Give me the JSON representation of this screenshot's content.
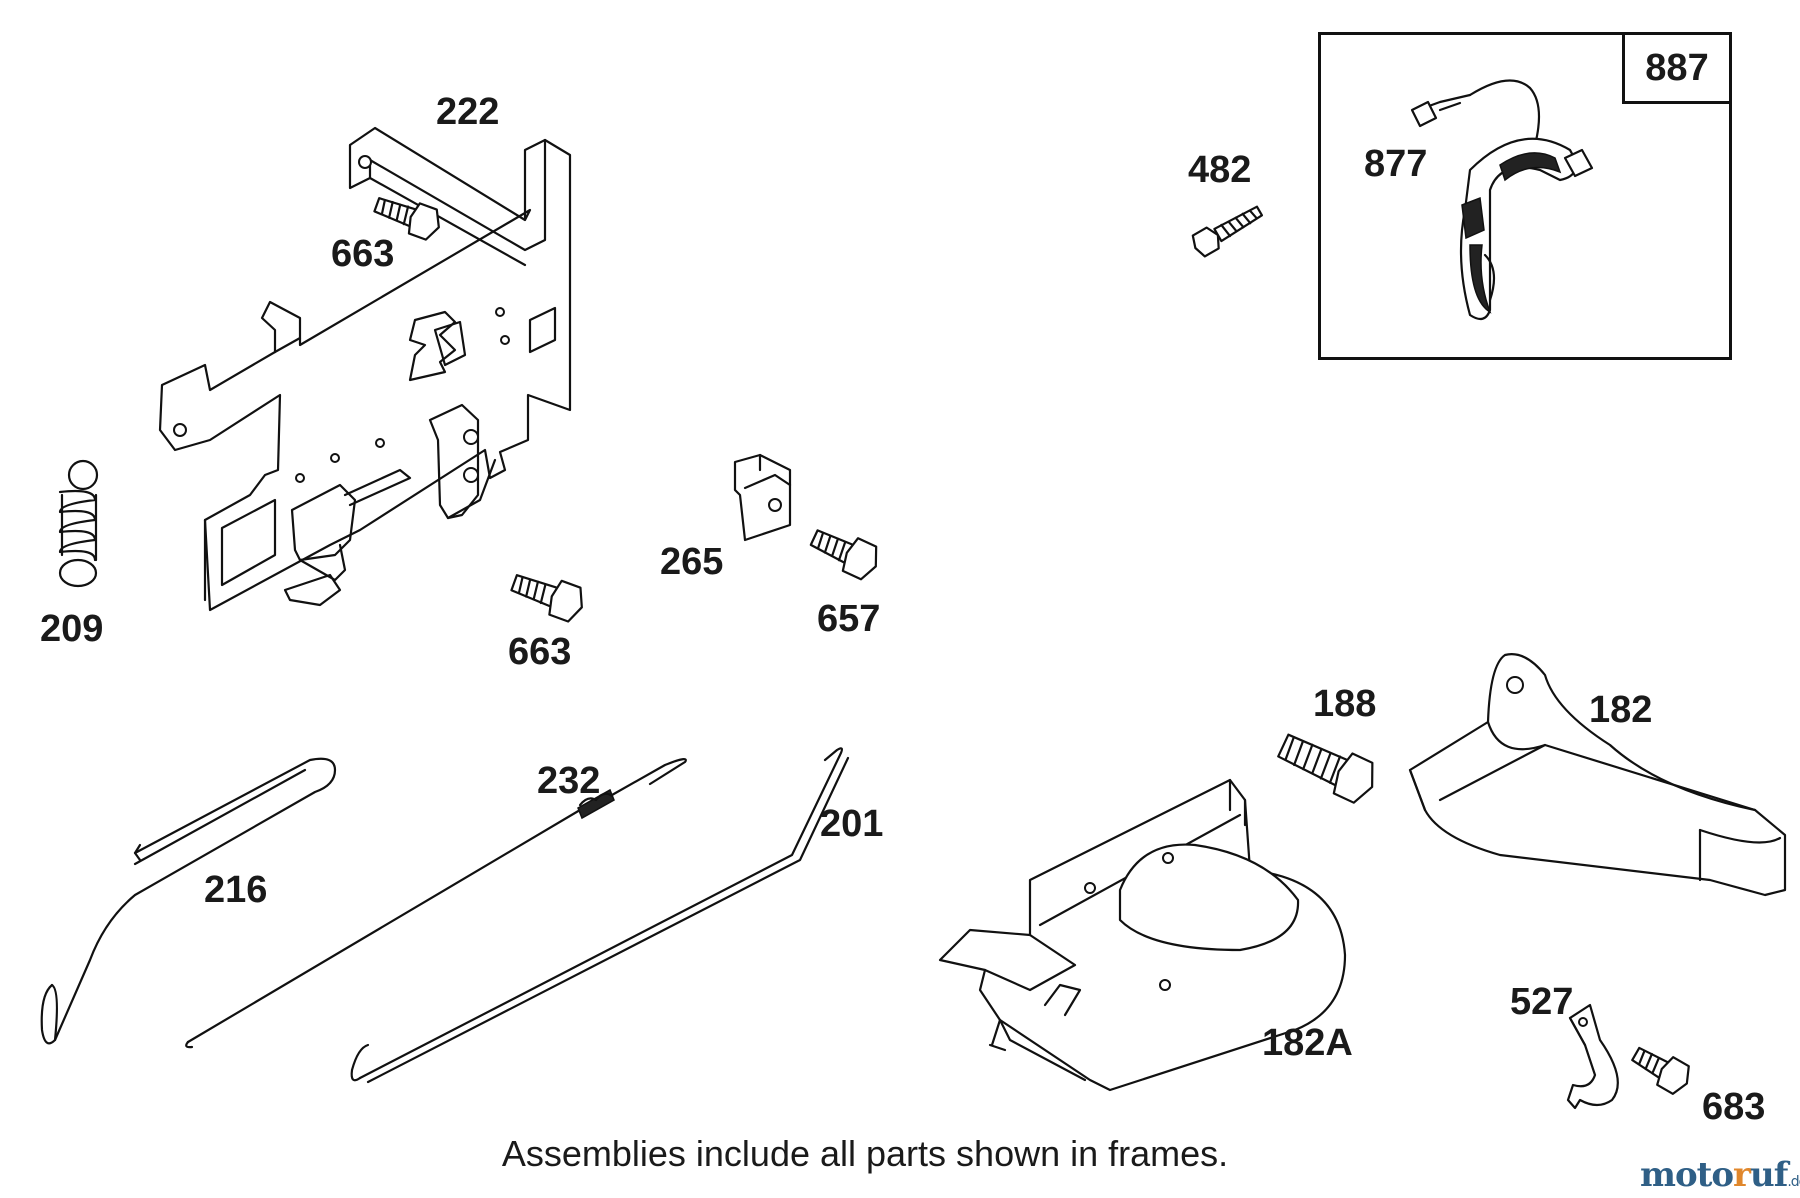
{
  "parts": {
    "p222": "222",
    "p663a": "663",
    "p209": "209",
    "p663b": "663",
    "p265": "265",
    "p657": "657",
    "p482": "482",
    "p877": "877",
    "p887": "887",
    "p232": "232",
    "p201": "201",
    "p216": "216",
    "p188": "188",
    "p182": "182",
    "p182a": "182A",
    "p527": "527",
    "p683": "683"
  },
  "note": "Assemblies include all parts shown in frames.",
  "watermark": {
    "main_before": "moto",
    "accent": "r",
    "main_after": "uf",
    "tld": ".de"
  },
  "colors": {
    "line": "#111111",
    "watermark_blue": "#2f5f86",
    "watermark_orange": "#e0872c"
  }
}
